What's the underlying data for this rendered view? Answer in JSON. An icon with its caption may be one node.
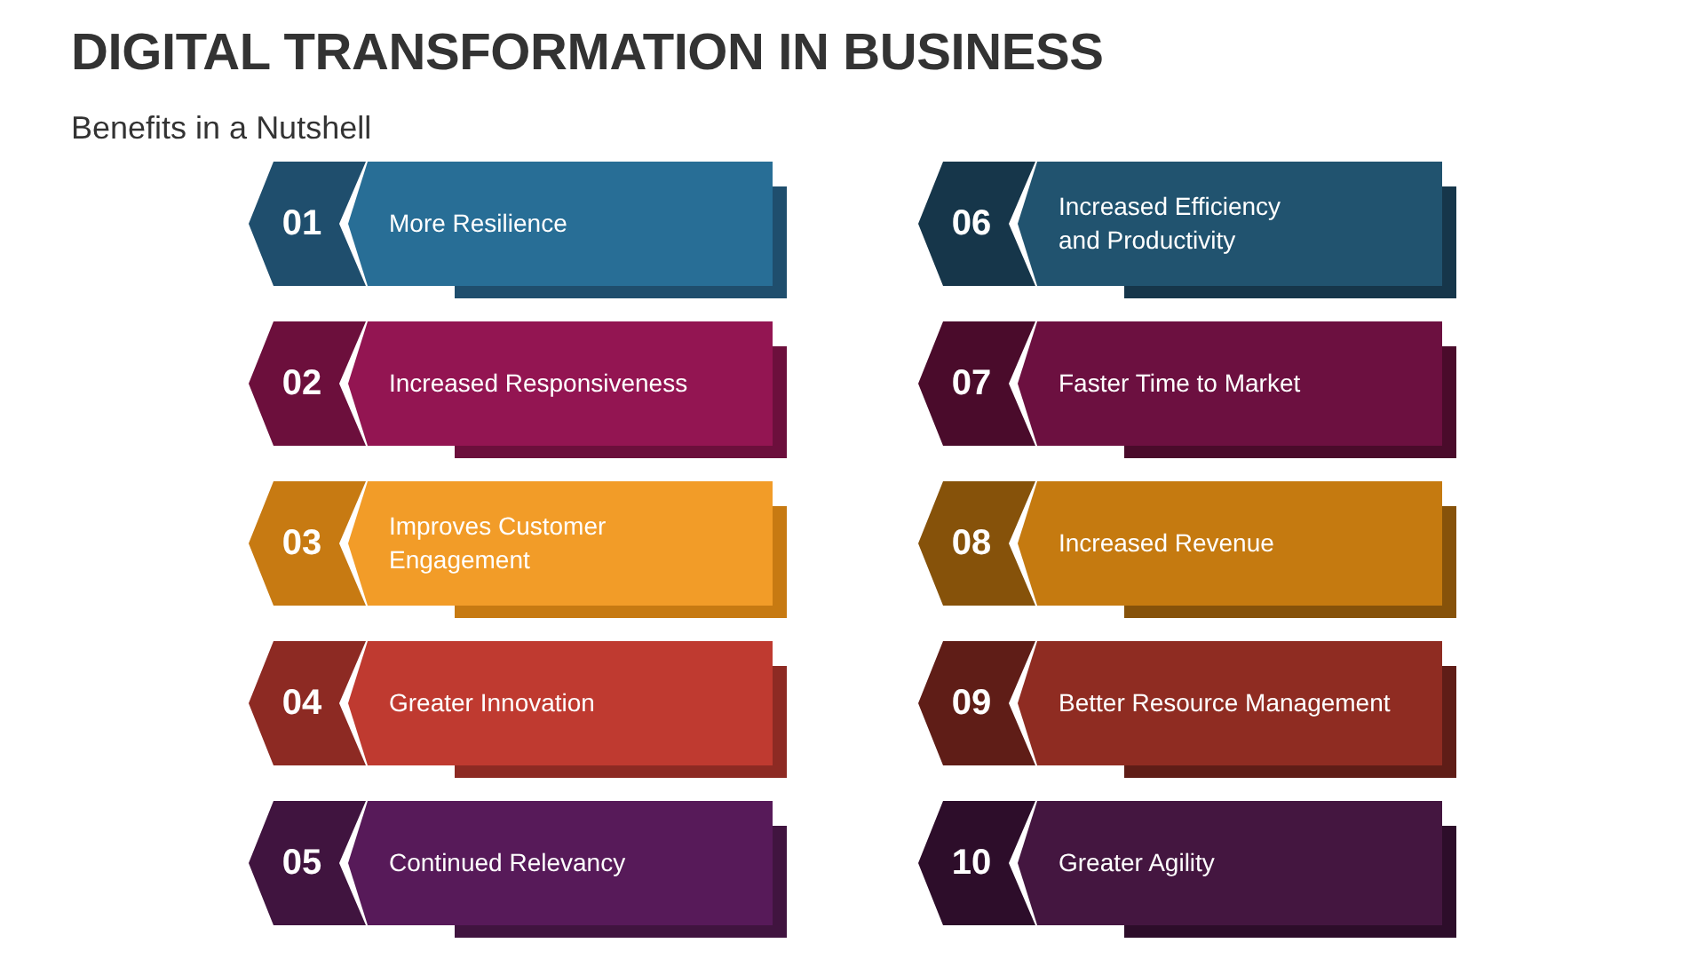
{
  "diagram": {
    "title": "DIGITAL TRANSFORMATION IN BUSINESS",
    "nodes": [
      {
        "text": [
          "01",
          "More Resilience"
        ]
      },
      {
        "text": [
          "02",
          "Increased Responsiveness"
        ]
      },
      {
        "text": [
          "03",
          "Improves Customer Engagement"
        ]
      },
      {
        "text": [
          "04",
          "Greater Innovation"
        ]
      },
      {
        "text": [
          "05",
          "Continued Relevancy"
        ]
      },
      {
        "text": [
          "06",
          "Increased Efficiency and Productivity"
        ]
      },
      {
        "text": [
          "07",
          "Faster Time to Market"
        ]
      },
      {
        "text": [
          "08",
          "Increased Revenue"
        ]
      },
      {
        "text": [
          "09",
          "Better Resource Management"
        ]
      },
      {
        "text": [
          "10",
          "Greater Agility"
        ]
      }
    ],
    "labels": [
      "Benefits in a Nutshell"
    ]
  }
}
